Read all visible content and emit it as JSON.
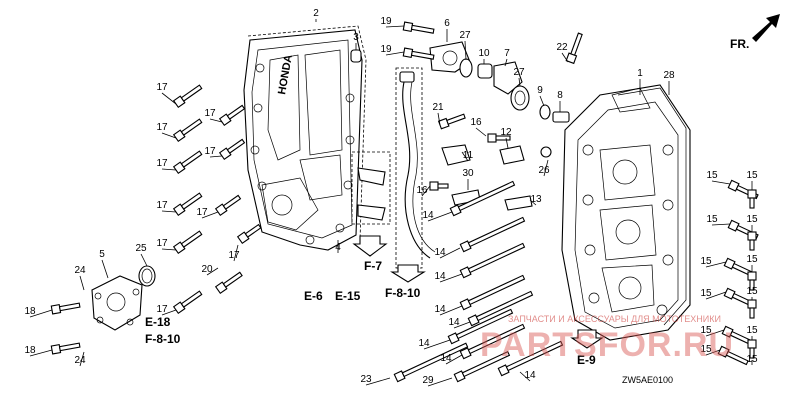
{
  "direction_label": "FR.",
  "diagram_code": "ZW5AE0100",
  "watermark": {
    "subtext": "ЗАПЧАСТИ И АКСЕССУАРЫ ДЛЯ МОТОТЕХНИКИ",
    "brand": "PARTSFOR.RU"
  },
  "cover_logo": "HONDA",
  "callouts": {
    "c1": "1",
    "c2": "2",
    "c3": "3",
    "c4": "4",
    "c5": "5",
    "c6": "6",
    "c7": "7",
    "c8": "8",
    "c9": "9",
    "c10": "10",
    "c11": "11",
    "c12": "12",
    "c13": "13",
    "c14a": "14",
    "c14b": "14",
    "c14c": "14",
    "c14d": "14",
    "c14e": "14",
    "c14f": "14",
    "c14g": "14",
    "c14h": "14",
    "c15a": "15",
    "c15b": "15",
    "c15c": "15",
    "c15d": "15",
    "c15e": "15",
    "c15f": "15",
    "c15g": "15",
    "c15h": "15",
    "c15i": "15",
    "c15j": "15",
    "c15k": "15",
    "c15l": "15",
    "c16a": "16",
    "c16b": "16",
    "c17a": "17",
    "c17b": "17",
    "c17c": "17",
    "c17d": "17",
    "c17e": "17",
    "c17f": "17",
    "c17g": "17",
    "c17h": "17",
    "c17i": "17",
    "c17j": "17",
    "c18a": "18",
    "c18b": "18",
    "c19a": "19",
    "c19b": "19",
    "c20": "20",
    "c21": "21",
    "c22": "22",
    "c23": "23",
    "c24a": "24",
    "c24b": "24",
    "c25": "25",
    "c26": "26",
    "c27a": "27",
    "c27b": "27",
    "c28": "28",
    "c29": "29",
    "c30": "30"
  },
  "refs": {
    "e6": "E-6",
    "e15": "E-15",
    "f7": "F-7",
    "f810a": "F-8-10",
    "e18": "E-18",
    "f810b": "F-8-10",
    "e9": "E-9"
  }
}
